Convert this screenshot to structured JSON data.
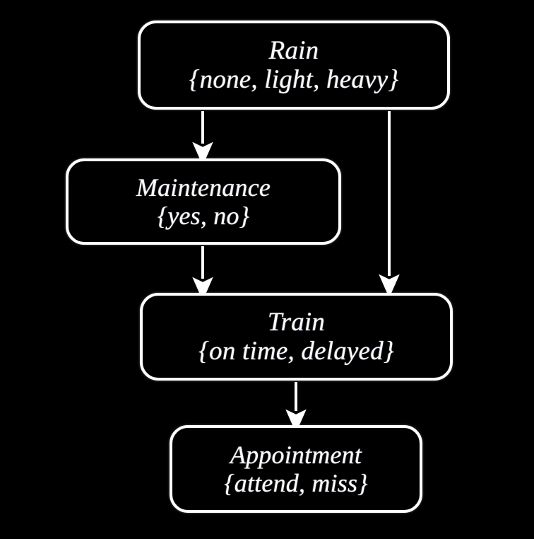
{
  "diagram": {
    "type": "bayesian-network",
    "background_color": "#000000",
    "node_border_color": "#ffffff",
    "text_color": "#fdfdfd",
    "edge_color": "#ffffff",
    "nodes": [
      {
        "id": "rain",
        "label": "Rain",
        "states": "{none, light, heavy}"
      },
      {
        "id": "maintenance",
        "label": "Maintenance",
        "states": "{yes, no}"
      },
      {
        "id": "train",
        "label": "Train",
        "states": "{on time, delayed}"
      },
      {
        "id": "appointment",
        "label": "Appointment",
        "states": "{attend, miss}"
      }
    ],
    "edges": [
      {
        "id": "rain-to-maintenance",
        "from": "rain",
        "to": "maintenance"
      },
      {
        "id": "rain-to-train",
        "from": "rain",
        "to": "train"
      },
      {
        "id": "maintenance-to-train",
        "from": "maintenance",
        "to": "train"
      },
      {
        "id": "train-to-appointment",
        "from": "train",
        "to": "appointment"
      }
    ]
  }
}
